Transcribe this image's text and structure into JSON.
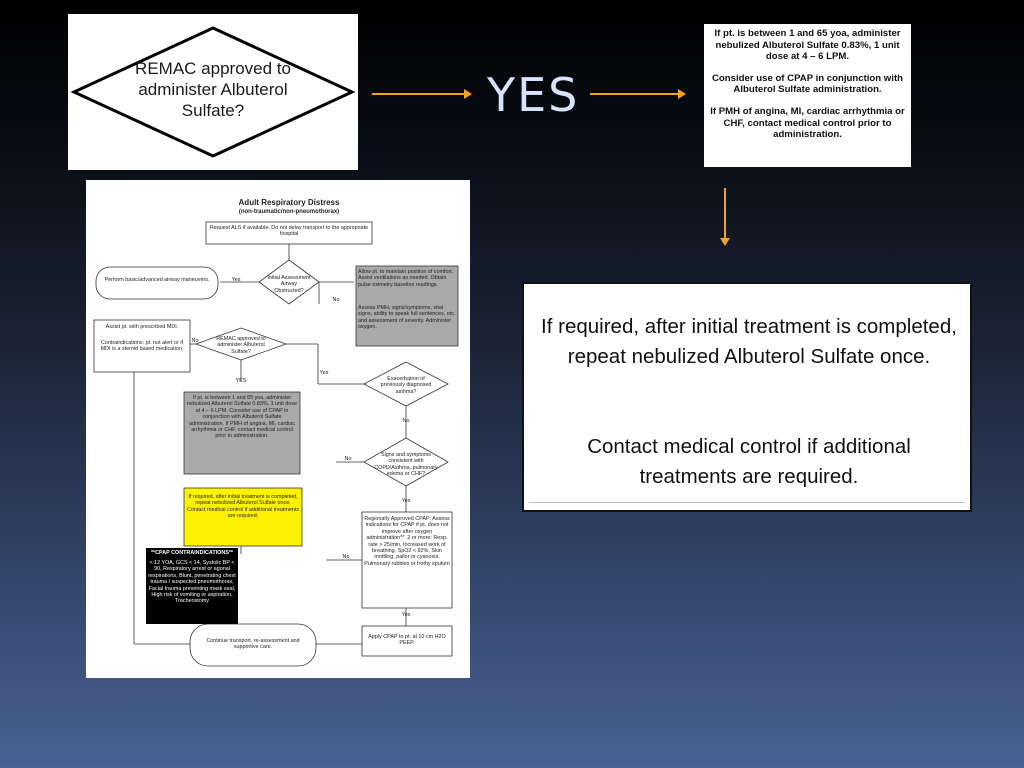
{
  "slide": {
    "diamond_question": "REMAC approved to administer Albuterol Sulfate?",
    "yes_label": "YES",
    "admin_block": {
      "line1": "If pt. is between 1 and 65 yoa, administer nebulized Albuterol Sulfate 0.83%, 1 unit dose at 4 – 6 LPM.",
      "line2": "Consider use of CPAP in conjunction with Albuterol Sulfate administration.",
      "line3": "If PMH of angina, MI, cardiac arrhythmia or CHF, contact medical control prior to administration."
    },
    "repeat_block": {
      "line1": "If required, after initial treatment is completed, repeat nebulized Albuterol Sulfate once.",
      "line2": "Contact medical control if additional treatments are required."
    }
  },
  "flowchart": {
    "title": "Adult Respiratory Distress",
    "subtitle": "(non-traumatic/non-pneumothorax)",
    "request": "Request ALS if available. Do not delay transport to the appropriate hospital",
    "airway_mgmt": "Perform basic/advanced airway maneuvers.",
    "initial_assessment": "Initial Assessment Airway Obstructed?",
    "allow_position": "Allow pt. to maintain position of comfort. Assist ventilations as needed. Obtain pulse oximetry baseline readings.",
    "assess_pmh": "Assess PMH, signs/symptoms, vital signs, ability to speak full sentences, etc. and assessment of severity. Administer oxygen.",
    "assist_pt": "Assist pt. with prescribed MDI.",
    "contraindications": "Contraindications: pt. not alert or if MDI is a steroid based medication.",
    "remac_small": "REMAC approved to administer Albuterol Sulfate?",
    "yes_small": "YES",
    "no_small": "No",
    "exacerbation": "Exacerbation of previously diagnosed asthma?",
    "admin_small": "If pt. is between 1 and 65 yoa, administer nebulized Albuterol Sulfate 0.83%, 1 unit dose at 4 – 6 LPM. Consider use of CPAP in conjunction with Albuterol Sulfate administration. If PMH of angina, MI, cardiac arrhythmia or CHF, contact medical control prior to administration.",
    "signs_symptoms": "Signs and symptoms consistent with COPD/Asthma, pulmonary edema or CHF?",
    "repeat_small": "If required, after initial treatment is completed, repeat nebulized Albuterol Sulfate once. Contact medical control if additional treatments are required.",
    "cpap_contra_title": "**CPAP CONTRAINDICATIONS**",
    "cpap_contra_list": "< 12 YOA, GCS < 14, Systolic BP < 90, Respiratory arrest or agonal respirations, Blunt, penetrating chest trauma / suspected pneumothorax, Facial trauma preventing mask seal, High risk of vomiting or aspiration, Tracheostomy",
    "cpap_indications": "Regionally Approved CPAP: Assess indications for CPAP if pt. does not improve after oxygen administration**. 2 or more: Resp. rate > 25/min, Increased work of breathing, SpO2 < 92%, Skin mottling, pallor or cyanosis, Pulmonary rubbles or frothy sputum",
    "apply_cpap": "Apply CPAP to pt. at 10 cm H2O PEEP.",
    "continue_transport": "Continue transport, re-assessment and supportive care.",
    "lbl_yes": "Yes",
    "lbl_no": "No"
  },
  "colors": {
    "arrow": "#f0a323",
    "highlight_box": "#fff200",
    "dark_box": "#000000",
    "gray_box": "#a9a9a9",
    "yes_text": "#d8e4ff"
  }
}
